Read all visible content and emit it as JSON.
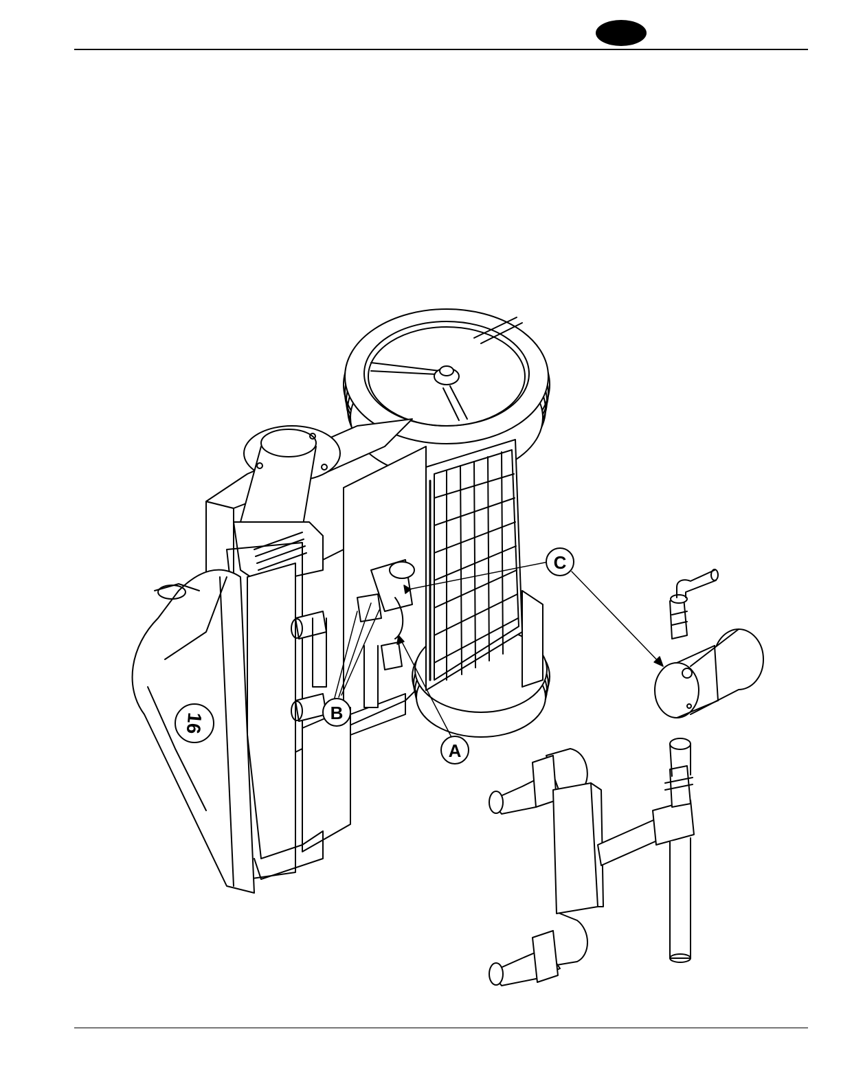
{
  "header": {
    "badge_color": "#000000"
  },
  "figure": {
    "callouts": [
      {
        "id": "A",
        "label": "A"
      },
      {
        "id": "B",
        "label": "B"
      },
      {
        "id": "C",
        "label": "C"
      }
    ],
    "engraved_number": "16"
  }
}
